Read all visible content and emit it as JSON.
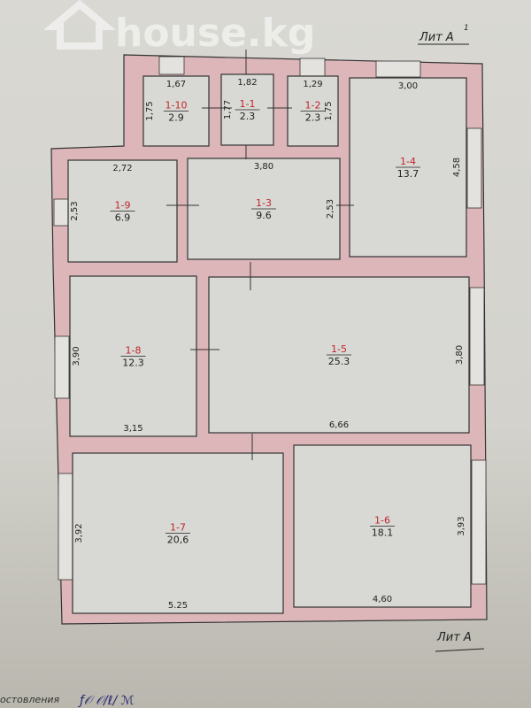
{
  "watermark": "house.kg",
  "labels": {
    "lit_a1": "Лит А",
    "lit_a1_sup": "1",
    "lit_a": "Лит А",
    "bottom_caption": "остовления"
  },
  "rooms": [
    {
      "id": "1-10",
      "area": "2.9",
      "dims": [
        "1,67",
        "1,75"
      ]
    },
    {
      "id": "1-1",
      "area": "2.3",
      "dims": [
        "1,82",
        "1,77"
      ]
    },
    {
      "id": "1-2",
      "area": "2.3",
      "dims": [
        "1,29",
        "1,75"
      ]
    },
    {
      "id": "1-4",
      "area": "13.7",
      "dims": [
        "3,00",
        "4,58"
      ]
    },
    {
      "id": "1-9",
      "area": "6.9",
      "dims": [
        "2,72",
        "2,53"
      ]
    },
    {
      "id": "1-3",
      "area": "9.6",
      "dims": [
        "3,80",
        "2,53"
      ]
    },
    {
      "id": "1-8",
      "area": "12.3",
      "dims": [
        "3,15",
        "3,90"
      ]
    },
    {
      "id": "1-5",
      "area": "25.3",
      "dims": [
        "6,66",
        "3,80"
      ]
    },
    {
      "id": "1-7",
      "area": "20,6",
      "dims": [
        "5.25",
        "3,92"
      ]
    },
    {
      "id": "1-6",
      "area": "18.1",
      "dims": [
        "4,60",
        "3,93"
      ]
    }
  ],
  "colors": {
    "wall": "#dcb6b8",
    "room": "#d8d8d4",
    "room_id": "#c0262b"
  }
}
